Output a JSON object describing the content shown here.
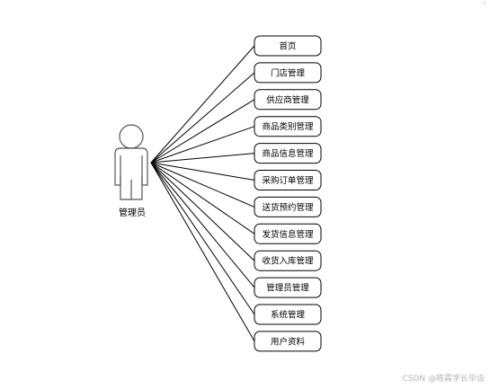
{
  "actor": {
    "label": "管理员"
  },
  "nodes": [
    "首页",
    "门店管理",
    "供应商管理",
    "商品类别管理",
    "商品信息管理",
    "采购订单管理",
    "送货预约管理",
    "发货信息管理",
    "收货入库管理",
    "管理员管理",
    "系统管理",
    "用户资料"
  ],
  "watermark": "CSDN @皓霖学长毕设",
  "corner_mark": "·:",
  "colors": {
    "line": "#000000",
    "actor_stroke": "#555555",
    "box_fill": "#ffffff",
    "watermark": "#b5b5b5"
  }
}
